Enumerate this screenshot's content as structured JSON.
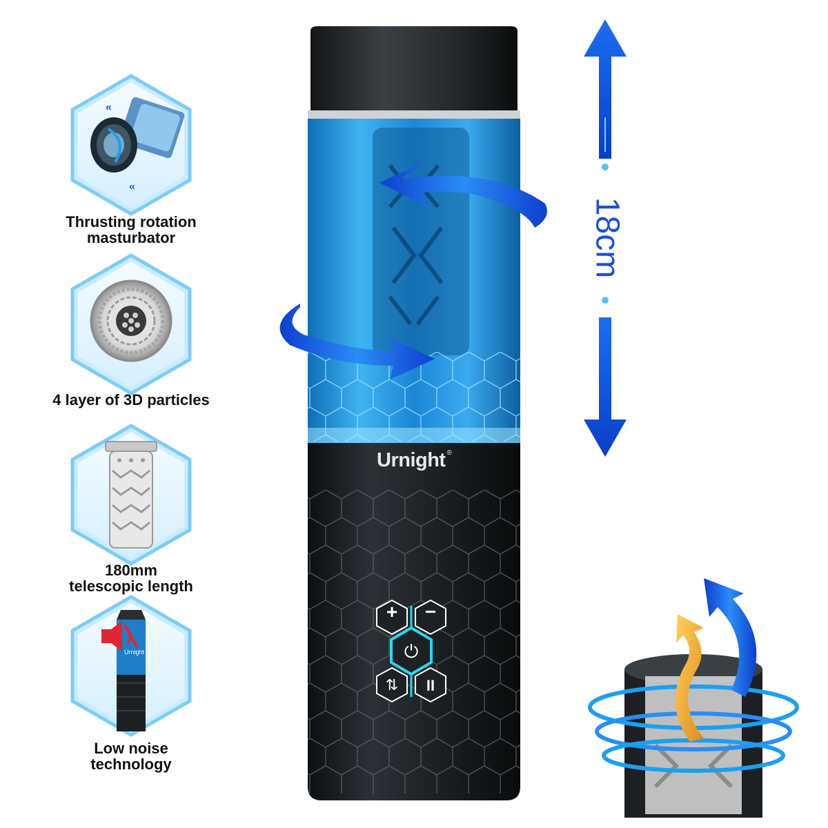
{
  "features": [
    {
      "label_line1": "Thrusting rotation",
      "label_line2": "masturbator",
      "icon": "thrusting-rotation-icon"
    },
    {
      "label_line1": "4 layer of 3D particles",
      "label_line2": "",
      "icon": "particle-layers-icon"
    },
    {
      "label_line1": "180mm",
      "label_line2": "telescopic length",
      "icon": "sleeve-length-icon"
    },
    {
      "label_line1": "Low noise",
      "label_line2": "technology",
      "icon": "mute-speaker-icon"
    }
  ],
  "dimension": {
    "value": "18cm",
    "icon": "double-arrow-icon"
  },
  "product": {
    "brand": "Urnight",
    "brand_mark": "®",
    "mini_brand": "Urnight",
    "controls": [
      {
        "name": "plus-button",
        "symbol": "+"
      },
      {
        "name": "minus-button",
        "symbol": "−"
      },
      {
        "name": "power-button",
        "symbol": "⏻"
      },
      {
        "name": "mode-button",
        "symbol": "⇅"
      },
      {
        "name": "pause-button",
        "symbol": "II"
      }
    ]
  },
  "colors": {
    "accent_blue": "#1d5ee8",
    "light_blue": "#41b6f2",
    "hex_border": "#8fd8ff",
    "hex_fill": "#e6f6ff",
    "body_dark": "#1e2124",
    "cyan_glow": "#27d8ee",
    "orange_arrow": "#f3b53a",
    "red_icon": "#e2262f"
  }
}
